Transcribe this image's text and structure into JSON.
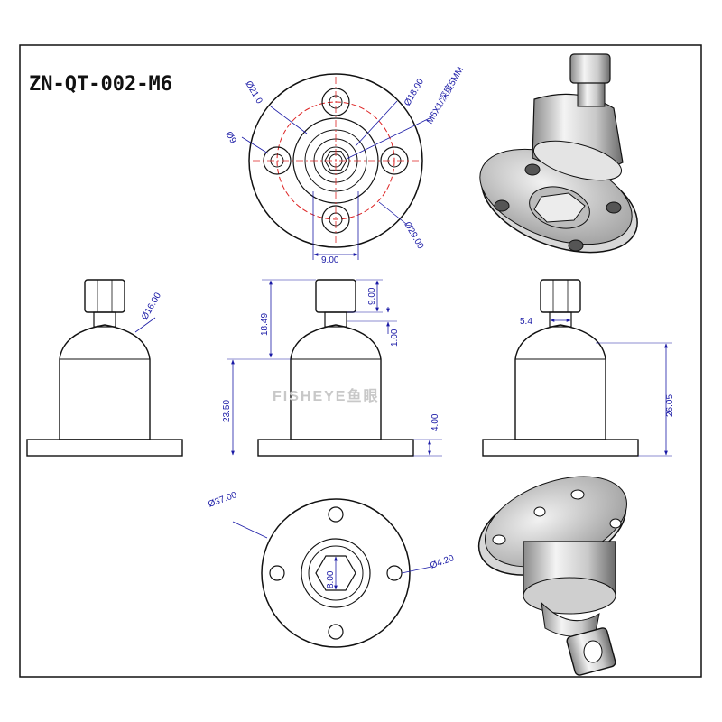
{
  "title": "ZN-QT-002-M6",
  "watermark": "FISHEYE鱼眼",
  "colors": {
    "line": "#111111",
    "dim": "#1a1aa6",
    "center": "#dd2222",
    "watermark": "#c8c8c8"
  },
  "top_view": {
    "dia_21": "Ø21.0",
    "dia_18": "Ø18.00",
    "dia_9": "Ø9",
    "thread": "M6X1/深度5MM",
    "dia_29": "Ø29.00",
    "width_9": "9.00"
  },
  "front_view_left": {
    "dia_16": "Ø16.00"
  },
  "front_view_mid": {
    "h_18_49": "18.49",
    "h_9": "9.00",
    "h_1": "1.00",
    "h_23_5": "23.50",
    "h_4": "4.00"
  },
  "front_view_right": {
    "w_5_4": "5.4",
    "h_26_05": "26.05"
  },
  "bottom_view": {
    "dia_37": "Ø37.00",
    "dia_4_2": "Ø4.20",
    "hex_8": "8.00"
  }
}
